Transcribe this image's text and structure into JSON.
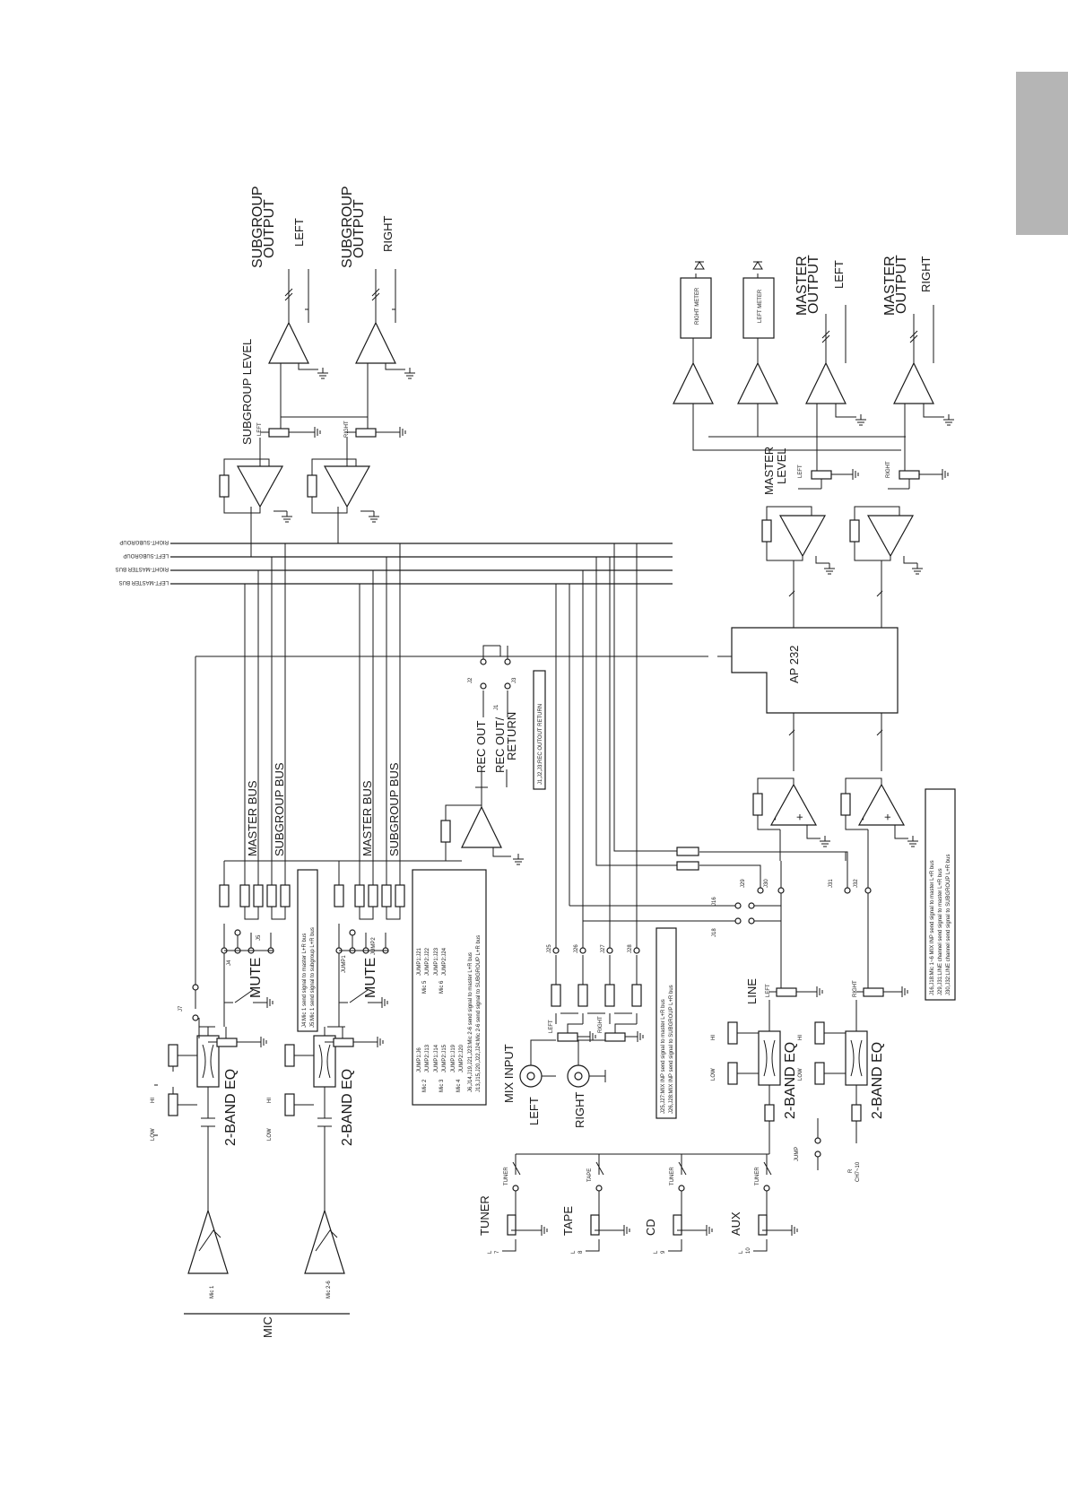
{
  "labels": {
    "subgroup_output_left_a": "SUBGROUP",
    "subgroup_output_left_b": "OUTPUT",
    "subgroup_output_left_c": "LEFT",
    "subgroup_output_right_a": "SUBGROUP",
    "subgroup_output_right_b": "OUTPUT",
    "subgroup_output_right_c": "RIGHT",
    "subgroup_level": "SUBGROUP LEVEL",
    "left": "LEFT",
    "right": "RIGHT",
    "master_output_left_a": "MASTER",
    "master_output_left_b": "OUTPUT",
    "master_output_left_c": "LEFT",
    "master_output_right_a": "MASTER",
    "master_output_right_b": "OUTPUT",
    "master_output_right_c": "RIGHT",
    "right_meter": "RIGHT METER",
    "left_meter": "LEFT METER",
    "master_level_a": "MASTER",
    "master_level_b": "LEVEL",
    "bus_right_subgroup": "RIGHT-SUBGROUP",
    "bus_left_subgroup": "LEFT-SUBGROUP",
    "bus_right_master": "RIGHT-MASTER BUS",
    "bus_left_master": "LEFT-MASTER BUS",
    "ap232": "AP 232",
    "master_bus": "MASTER BUS",
    "subgroup_bus": "SUBGROUP BUS",
    "rec_out": "REC OUT",
    "rec_out_return_a": "REC OUT/",
    "rec_out_return_b": "RETURN",
    "rec_note": "J1,J2,J3:REC OUTOUT RETURN",
    "j1": "J1",
    "j2": "J2",
    "j3": "J3",
    "mute": "MUTE",
    "j4": "J4",
    "j5": "J5",
    "j7": "J7",
    "jump1": "JUMP1",
    "jump2": "JUMP2",
    "jump": "JUMP",
    "j4_note_a": "J4:Mic 1 send signal to master L+R bus",
    "j4_note_b": "J5:Mic 1 send signal to subgroup L+R bus",
    "mic_jumper_rows": [
      [
        "Mic 2",
        "JUMP1:J6",
        "JUMP2:J13",
        "Mic 5",
        "JUMP1:J21",
        "JUMP2:J22"
      ],
      [
        "Mic 3",
        "JUMP1:J14",
        "JUMP2:J15",
        "Mic 6",
        "JUMP1:J23",
        "JUMP2:J24"
      ],
      [
        "Mic 4",
        "JUMP1:J19",
        "JUMP2:J20",
        "",
        "",
        ""
      ]
    ],
    "mic_note_a": "J6,J14,J19,J21,J23:Mic 2-6 send signal to master L+R bus",
    "mic_note_b": "J13,J15,J20,J22,J24:Mic 2-6 send signal to SUBGROUP L+R bus",
    "eq": "2-BAND EQ",
    "hi": "HI",
    "low": "LOW",
    "mic": "MIC",
    "mic1": "Mic 1",
    "mic26": "Mic 2-6",
    "mix_input": "MIX INPUT",
    "j25": "J25",
    "j26": "J26",
    "j27": "J27",
    "j28": "J28",
    "mix_note_a": "J25,J27:MIX INP send signal to master L+R bus",
    "mix_note_b": "J26,J28:MIX INP send signal to SUBGROUP L+R bus",
    "tuner": "TUNER",
    "tape": "TAPE",
    "cd": "CD",
    "aux": "AUX",
    "l7": "L",
    "n7": "7",
    "n8": "8",
    "n9": "9",
    "n10": "10",
    "r": "R",
    "ch710": "CH7~10",
    "line": "LINE",
    "j16": "J16",
    "j18": "J18",
    "j29": "J29",
    "j30": "J30",
    "j31": "J31",
    "j32": "J32",
    "line_note_a": "J16,J18:Mic 1~6 MIX INP send signal to master L+R bus",
    "line_note_b": "J29,J31:LINE channel send signal to master L+R bus",
    "line_note_c": "J30,J32:LINE channel send signal to SUBGROUP L+R bus",
    "minus": "-",
    "plus": "+"
  }
}
